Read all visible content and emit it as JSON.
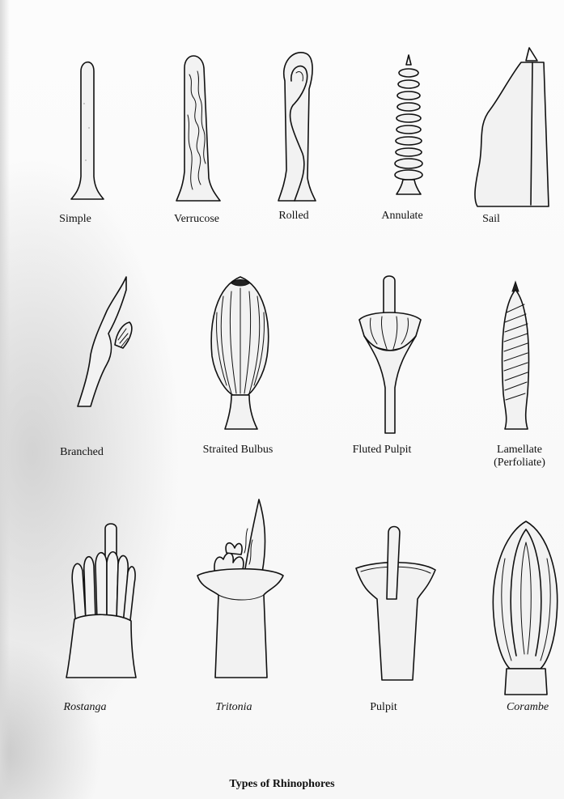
{
  "figure": {
    "caption": "Types of Rhinophores",
    "types": [
      {
        "id": "simple",
        "label": "Simple",
        "italic": false
      },
      {
        "id": "verrucose",
        "label": "Verrucose",
        "italic": false
      },
      {
        "id": "rolled",
        "label": "Rolled",
        "italic": false
      },
      {
        "id": "annulate",
        "label": "Annulate",
        "italic": false
      },
      {
        "id": "sail",
        "label": "Sail",
        "italic": false
      },
      {
        "id": "branched",
        "label": "Branched",
        "italic": false
      },
      {
        "id": "straited-bulbus",
        "label": "Straited Bulbus",
        "italic": false
      },
      {
        "id": "fluted-pulpit",
        "label": "Fluted Pulpit",
        "italic": false
      },
      {
        "id": "lamellate",
        "label": "Lamellate",
        "label2": "(Perfoliate)",
        "italic": false
      },
      {
        "id": "rostanga",
        "label": "Rostanga",
        "italic": true
      },
      {
        "id": "tritonia",
        "label": "Tritonia",
        "italic": true
      },
      {
        "id": "pulpit",
        "label": "Pulpit",
        "italic": false
      },
      {
        "id": "corambe",
        "label": "Corambe",
        "italic": true
      }
    ]
  }
}
